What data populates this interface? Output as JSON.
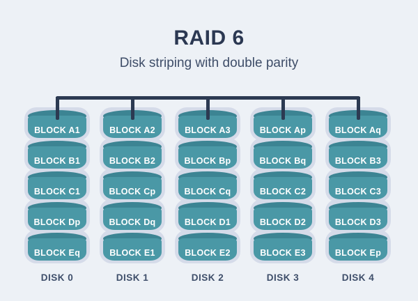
{
  "header": {
    "title": "RAID 6",
    "subtitle": "Disk striping with double parity"
  },
  "colors": {
    "background": "#edf1f6",
    "title_text": "#2b3852",
    "subtitle_text": "#3e4d68",
    "cylinder_body": "#4a98a6",
    "cylinder_top": "#3c8493",
    "stack_outline": "#d5dbe9",
    "bus_line": "#2c3a52",
    "disk_label_text": "#3e4e6a",
    "block_text": "#ffffff"
  },
  "disks": [
    {
      "label": "DISK 0",
      "blocks": [
        "BLOCK A1",
        "BLOCK B1",
        "BLOCK C1",
        "BLOCK Dp",
        "BLOCK Eq"
      ]
    },
    {
      "label": "DISK 1",
      "blocks": [
        "BLOCK A2",
        "BLOCK B2",
        "BLOCK Cp",
        "BLOCK Dq",
        "BLOCK E1"
      ]
    },
    {
      "label": "DISK 2",
      "blocks": [
        "BLOCK A3",
        "BLOCK Bp",
        "BLOCK Cq",
        "BLOCK D1",
        "BLOCK E2"
      ]
    },
    {
      "label": "DISK 3",
      "blocks": [
        "BLOCK Ap",
        "BLOCK Bq",
        "BLOCK C2",
        "BLOCK D2",
        "BLOCK E3"
      ]
    },
    {
      "label": "DISK 4",
      "blocks": [
        "BLOCK Aq",
        "BLOCK B3",
        "BLOCK C3",
        "BLOCK D3",
        "BLOCK Ep"
      ]
    }
  ]
}
